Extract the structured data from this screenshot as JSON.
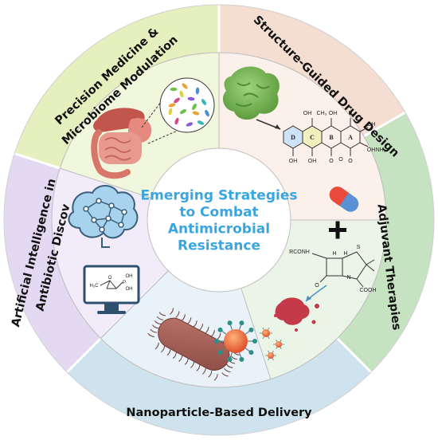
{
  "center": {
    "lines": [
      "Emerging Strategies",
      "to Combat",
      "Antimicrobial",
      "Resistance"
    ],
    "color": "#3aa6e0"
  },
  "segments": [
    {
      "id": "precision",
      "lines": [
        "Precision Medicine &",
        "Microbiome Modulation"
      ],
      "outer_color": "#e6f0bf",
      "inner_color": "#f1f7dc"
    },
    {
      "id": "structure",
      "lines": [
        "Structure-Guided Drug Design"
      ],
      "outer_color": "#f4ddd1",
      "inner_color": "#fbf1ea"
    },
    {
      "id": "adjuvant",
      "lines": [
        "Adjuvant Therapies"
      ],
      "outer_color": "#c6e3c1",
      "inner_color": "#eaf5e7"
    },
    {
      "id": "nanoparticle",
      "lines": [
        "Nanoparticle-Based Delivery"
      ],
      "outer_color": "#cfe3ef",
      "inner_color": "#e8f2f8"
    },
    {
      "id": "ai",
      "lines": [
        "Artificial Intelligence in",
        "Antibiotic Discov"
      ],
      "outer_color": "#e3d9f3",
      "inner_color": "#f1ebfa"
    }
  ],
  "chemistry": {
    "tetracycline_rings": [
      "D",
      "C",
      "B",
      "A"
    ],
    "tetracycline_groups": [
      "OH",
      "CH₃",
      "OH",
      "N",
      "OH",
      "OH",
      "OH",
      "O",
      "O",
      "O",
      "OH",
      "NH₂"
    ],
    "penicillin_groups": [
      "RCONH",
      "H",
      "H",
      "S",
      "N",
      "O",
      "COOH"
    ],
    "ai_molecule_groups": [
      "H₃C",
      "O",
      "P",
      "OH",
      "OH"
    ]
  }
}
